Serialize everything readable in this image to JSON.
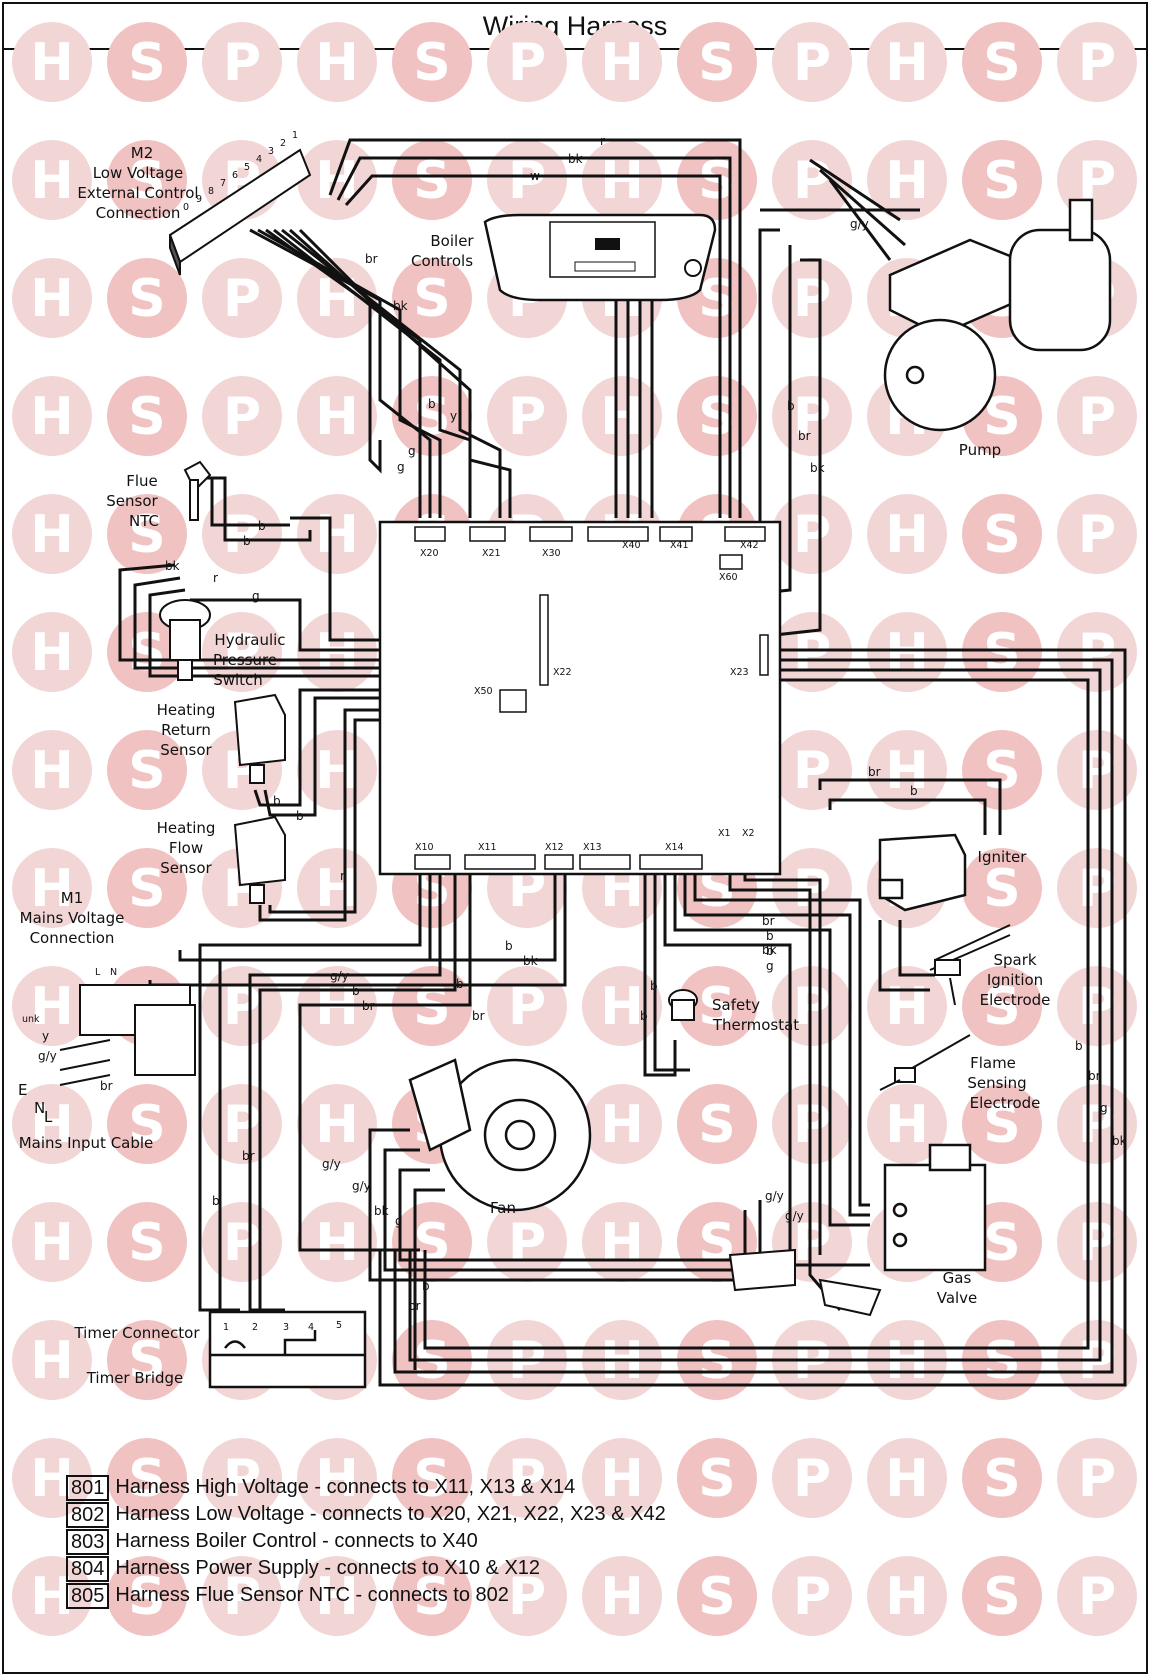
{
  "title": "Wiring Harness",
  "components": {
    "m2_label": [
      "M2",
      "Low Voltage",
      "External Control",
      "Connection"
    ],
    "boiler_controls": [
      "Boiler",
      "Controls"
    ],
    "pump": "Pump",
    "flue_sensor": [
      "Flue",
      "Sensor",
      "NTC"
    ],
    "hydraulic_switch": [
      "Hydraulic",
      "Pressure",
      "Switch"
    ],
    "heating_return": [
      "Heating",
      "Return",
      "Sensor"
    ],
    "heating_flow": [
      "Heating",
      "Flow",
      "Sensor"
    ],
    "m1_label": [
      "M1",
      "Mains Voltage",
      "Connection"
    ],
    "mains_input": "Mains Input Cable",
    "igniter": "Igniter",
    "spark_electrode": [
      "Spark",
      "Ignition",
      "Electrode"
    ],
    "safety_thermostat": [
      "Safety",
      "Thermostat"
    ],
    "flame_electrode": [
      "Flame",
      "Sensing",
      "Electrode"
    ],
    "fan": "Fan",
    "gas_valve": [
      "Gas",
      "Valve"
    ],
    "timer_connector": "Timer Connector",
    "timer_bridge": "Timer Bridge",
    "m2_terminals": [
      "0",
      "9",
      "8",
      "7",
      "6",
      "5",
      "4",
      "3",
      "2",
      "1"
    ],
    "timer_terminals": [
      "1",
      "2",
      "3",
      "4",
      "5"
    ],
    "m1_small": [
      "L",
      "N",
      "E",
      "N",
      "L"
    ],
    "m1_code": "unk"
  },
  "connectors": {
    "x20": "X20",
    "x21": "X21",
    "x30": "X30",
    "x40": "X40",
    "x41": "X41",
    "x42": "X42",
    "x60": "X60",
    "x22": "X22",
    "x50": "X50",
    "x23": "X23",
    "x10": "X10",
    "x11": "X11",
    "x12": "X12",
    "x13": "X13",
    "x14": "X14",
    "x1": "X1",
    "x2": "X2"
  },
  "wire_labels": {
    "r": "r",
    "bk": "bk",
    "w": "w",
    "br": "br",
    "b": "b",
    "y": "y",
    "g": "g",
    "gy": "g/y"
  },
  "legend": [
    {
      "code": "801",
      "text": "Harness High Voltage - connects to X11, X13 & X14"
    },
    {
      "code": "802",
      "text": "Harness Low Voltage - connects to X20, X21, X22, X23 & X42"
    },
    {
      "code": "803",
      "text": "Harness Boiler Control - connects to X40"
    },
    {
      "code": "804",
      "text": "Harness Power Supply - connects to X10 & X12"
    },
    {
      "code": "805",
      "text": "Harness Flue Sensor NTC - connects to 802"
    }
  ],
  "watermark": [
    "H",
    "S",
    "P"
  ],
  "colors": {
    "line": "#111111",
    "watermark": "#f2d6d6",
    "watermark_s": "#f0c2c2"
  }
}
